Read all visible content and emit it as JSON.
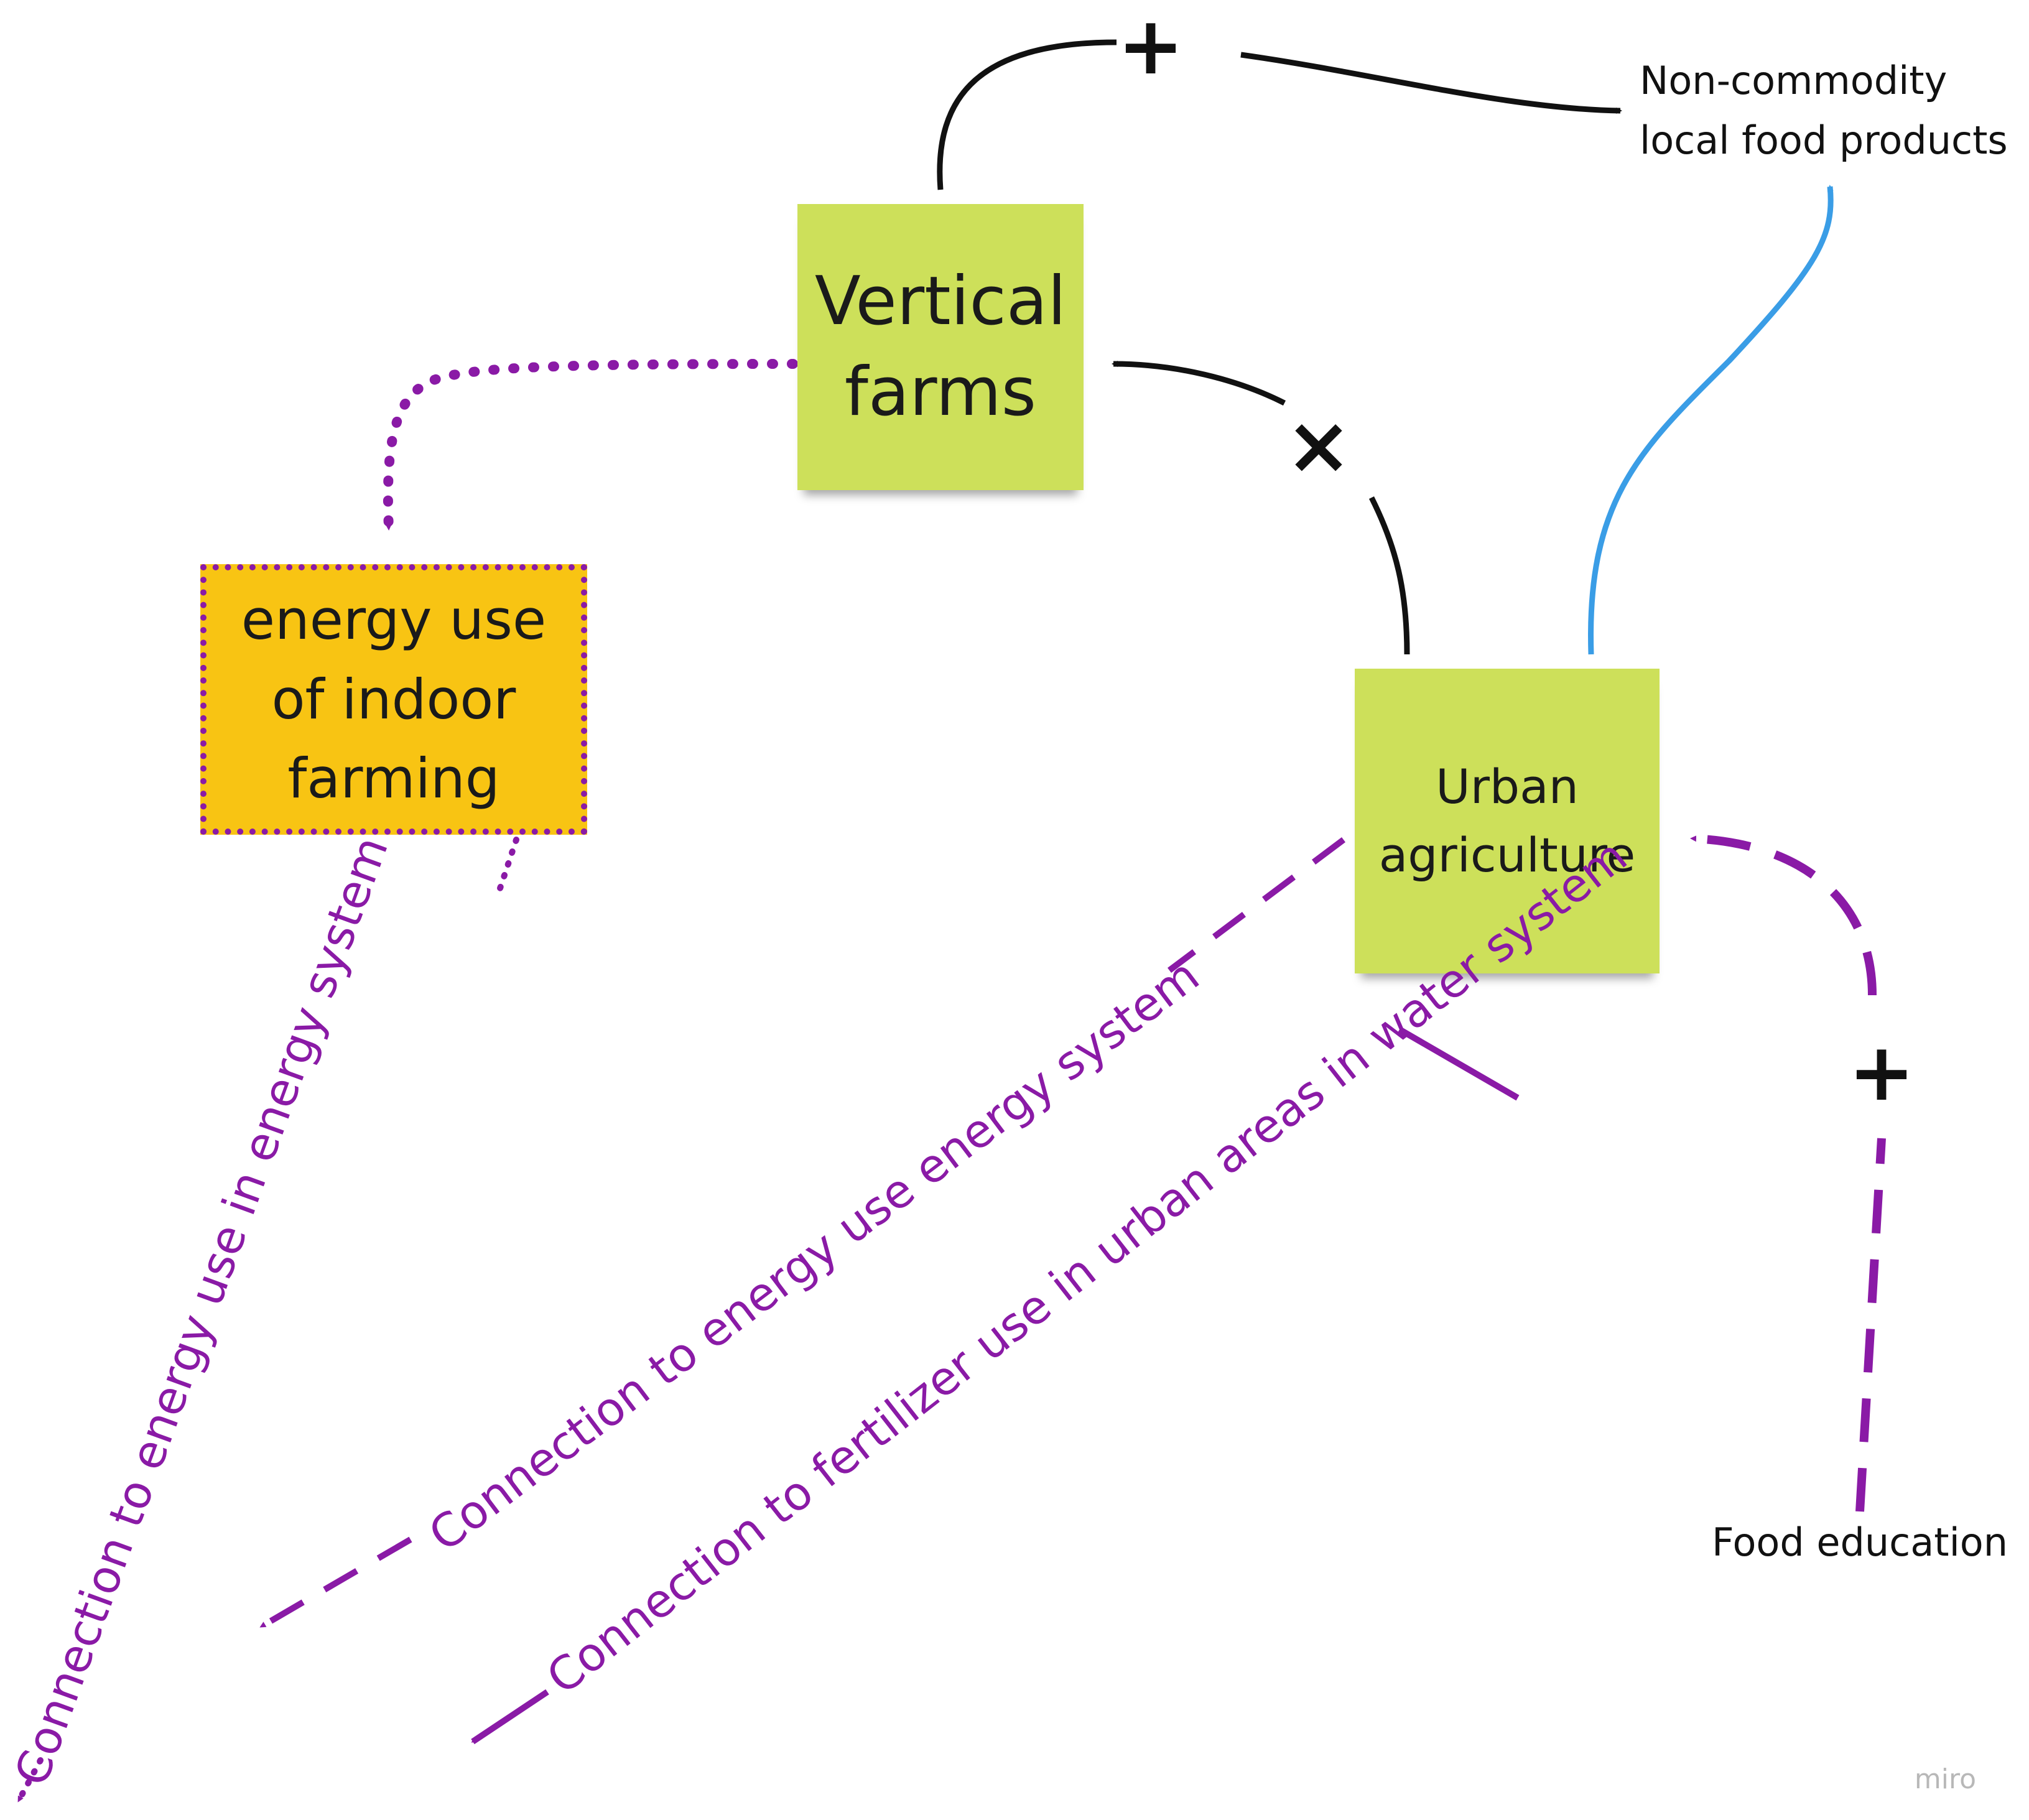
{
  "nodes": {
    "vertical_farms": {
      "line1": "Vertical",
      "line2": "farms"
    },
    "urban_agriculture": {
      "line1": "Urban",
      "line2": "agriculture"
    },
    "energy_use": {
      "line1": "energy use",
      "line2": "of indoor",
      "line3": "farming"
    },
    "non_commodity": {
      "line1": "Non-commodity",
      "line2": "local food products"
    },
    "food_education": {
      "label": "Food education"
    }
  },
  "edges": {
    "vf_to_noncommodity": {
      "sign": "+"
    },
    "ua_to_vf": {
      "sign": "×"
    },
    "fe_to_ua": {
      "sign": "+"
    }
  },
  "labels": {
    "indoor_energy": "Connection to energy use in energy system",
    "urban_energy": "Connection to energy use energy system",
    "fertilizer": "Connection to fertilizer use in urban areas in water system"
  },
  "watermark": "miro",
  "colors": {
    "sticky_green": "#cde05a",
    "energy_box": "#f8c413",
    "purple": "#8a1aa6",
    "blue": "#3a9de6",
    "black_link": "#111111"
  }
}
